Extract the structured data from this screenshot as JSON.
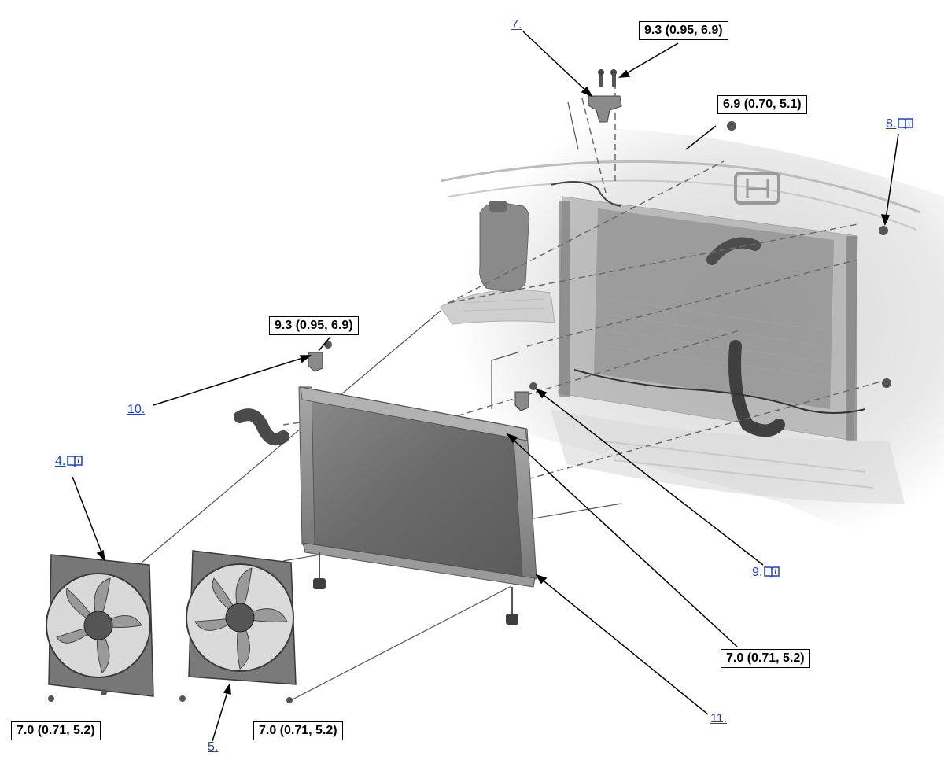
{
  "callouts": {
    "c4": "4.",
    "c5": "5.",
    "c7": "7.",
    "c8": "8.",
    "c9": "9.",
    "c10": "10.",
    "c11": "11."
  },
  "torque_labels": {
    "t_top_center": "9.3 (0.95, 6.9)",
    "t_top_right": "6.9 (0.70, 5.1)",
    "t_mid_left": "9.3 (0.95, 6.9)",
    "t_right": "7.0 (0.71, 5.2)",
    "t_bottom_left": "7.0 (0.71, 5.2)",
    "t_bottom_center": "7.0 (0.71, 5.2)"
  },
  "icons": {
    "reference": "book-info-icon"
  },
  "colors": {
    "link": "#1a3fd6",
    "part_dark": "#6e6e6e",
    "part_light": "#cfcfcf"
  }
}
